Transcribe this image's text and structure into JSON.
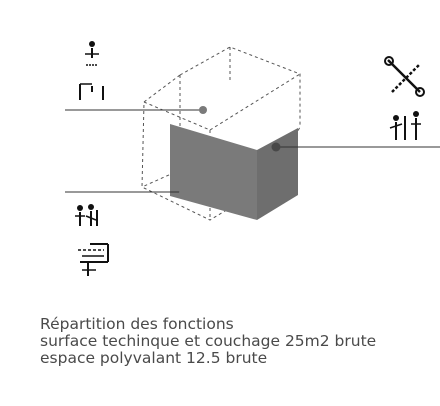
{
  "caption": {
    "title": "Répartition des fonctions",
    "line1": "surface techinque et couchage 25m2 brute",
    "line2": "espace polyvalant 12.5 brute"
  },
  "colors": {
    "volume_fill": "#7a7a7a",
    "volume_marker": "#484848",
    "dashed_lines": "#555555",
    "leader_lines": "#333333",
    "icons": "#111111",
    "caption_text": "#4a4a4a"
  },
  "icons": {
    "upper_left": "person-at-bench-icon",
    "upper_right": "tools-icon",
    "right_lower": "people-pair-icon",
    "lower_left": "people-pair-icon",
    "lower_left_bottom": "bed-icon"
  }
}
